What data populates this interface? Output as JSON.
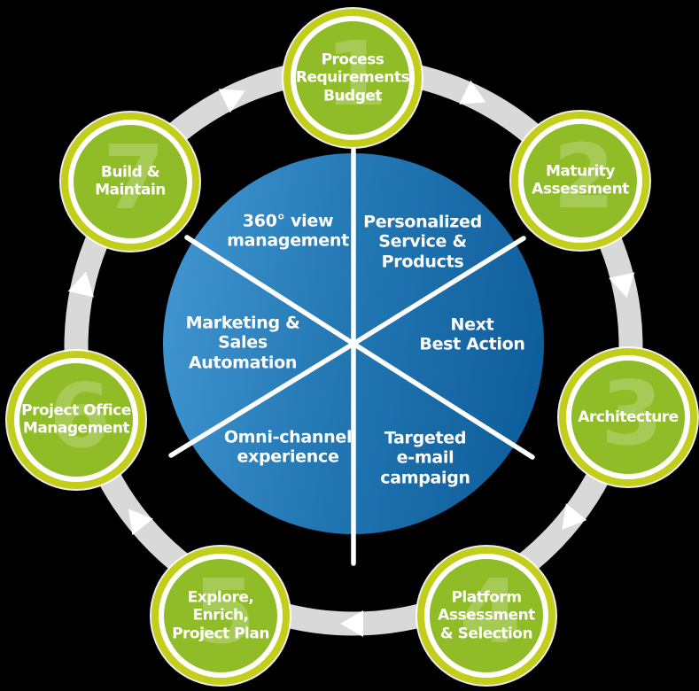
{
  "center_wheel": {
    "segments": [
      {
        "label": "360° view\nmanagement"
      },
      {
        "label": "Personalized\nService &\nProducts"
      },
      {
        "label": "Next\nBest Action"
      },
      {
        "label": "Targeted\ne-mail\ncampaign"
      },
      {
        "label": "Omni-channel\nexperience"
      },
      {
        "label": "Marketing &\nSales\nAutomation"
      }
    ]
  },
  "steps": [
    {
      "number": "1",
      "label": "Process\nRequirements\nBudget"
    },
    {
      "number": "2",
      "label": "Maturity\nAssessment"
    },
    {
      "number": "3",
      "label": "Architecture"
    },
    {
      "number": "4",
      "label": "Platform\nAssessment\n& Selection"
    },
    {
      "number": "5",
      "label": "Explore,\nEnrich,\nProject Plan"
    },
    {
      "number": "6",
      "label": "Project Office\nManagement"
    },
    {
      "number": "7",
      "label": "Build &\nMaintain"
    }
  ],
  "colors": {
    "background": "#000000",
    "step_fill": "#8fbc27",
    "step_outer_ring": "#c2ce19",
    "wheel_gradient_start": "#4498d4",
    "wheel_gradient_end": "#0c5a98",
    "process_ring": "#d9d9d9",
    "arrow": "#ffffff",
    "text": "#ffffff"
  }
}
